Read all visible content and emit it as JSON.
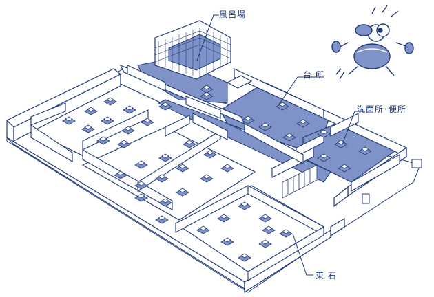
{
  "labels": {
    "bath": "風呂場",
    "kitchen": "台 所",
    "washroom": "洗面所･便所",
    "foundation_stone": "束 石"
  },
  "colors": {
    "line": "#1f3a78",
    "floor": "#7f93c8",
    "wall_face": "#ffffff",
    "wall_top": "#ffffff"
  },
  "icons": {
    "mascot": "bug-mascot-icon"
  }
}
